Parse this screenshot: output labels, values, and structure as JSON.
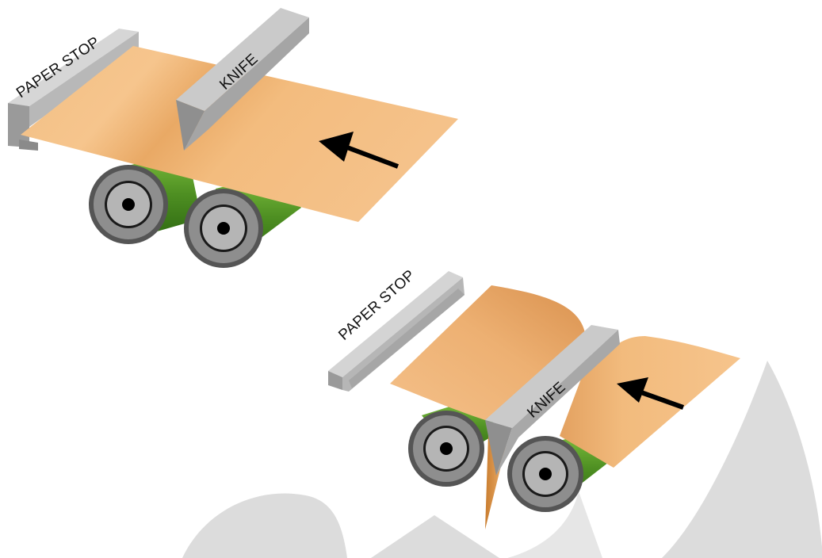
{
  "diagram": {
    "top": {
      "paper_stop_label": "PAPER STOP",
      "knife_label": "KNIFE"
    },
    "bottom": {
      "paper_stop_label": "PAPER STOP",
      "knife_label": "KNIFE"
    }
  },
  "colors": {
    "paper": "#F2B877",
    "paper_shade": "#E6A15A",
    "metal": "#BDBDBD",
    "metal_dark": "#8A8A8A",
    "roller_green": "#4E8F22",
    "roller_gray": "#8E8E8E",
    "watermark": "#DCDCDC"
  }
}
